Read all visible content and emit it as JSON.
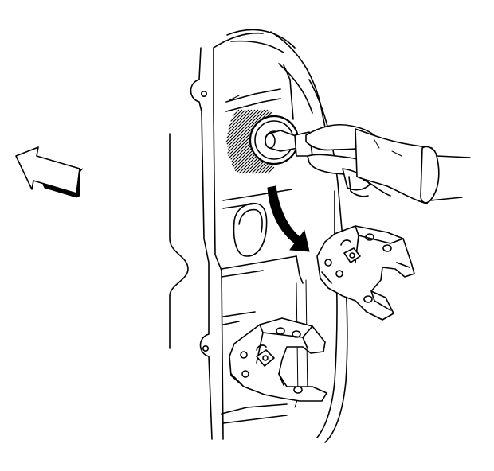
{
  "figure": {
    "type": "technical-line-illustration",
    "colors": {
      "line": "#000000",
      "background": "#ffffff"
    },
    "elements": [
      "direction-arrow",
      "door-inner-panel",
      "hinge-access-hole",
      "hand-with-tool",
      "motion-arrow",
      "upper-hinge-bracket-removed",
      "lower-hinge-bracket-installed"
    ]
  }
}
